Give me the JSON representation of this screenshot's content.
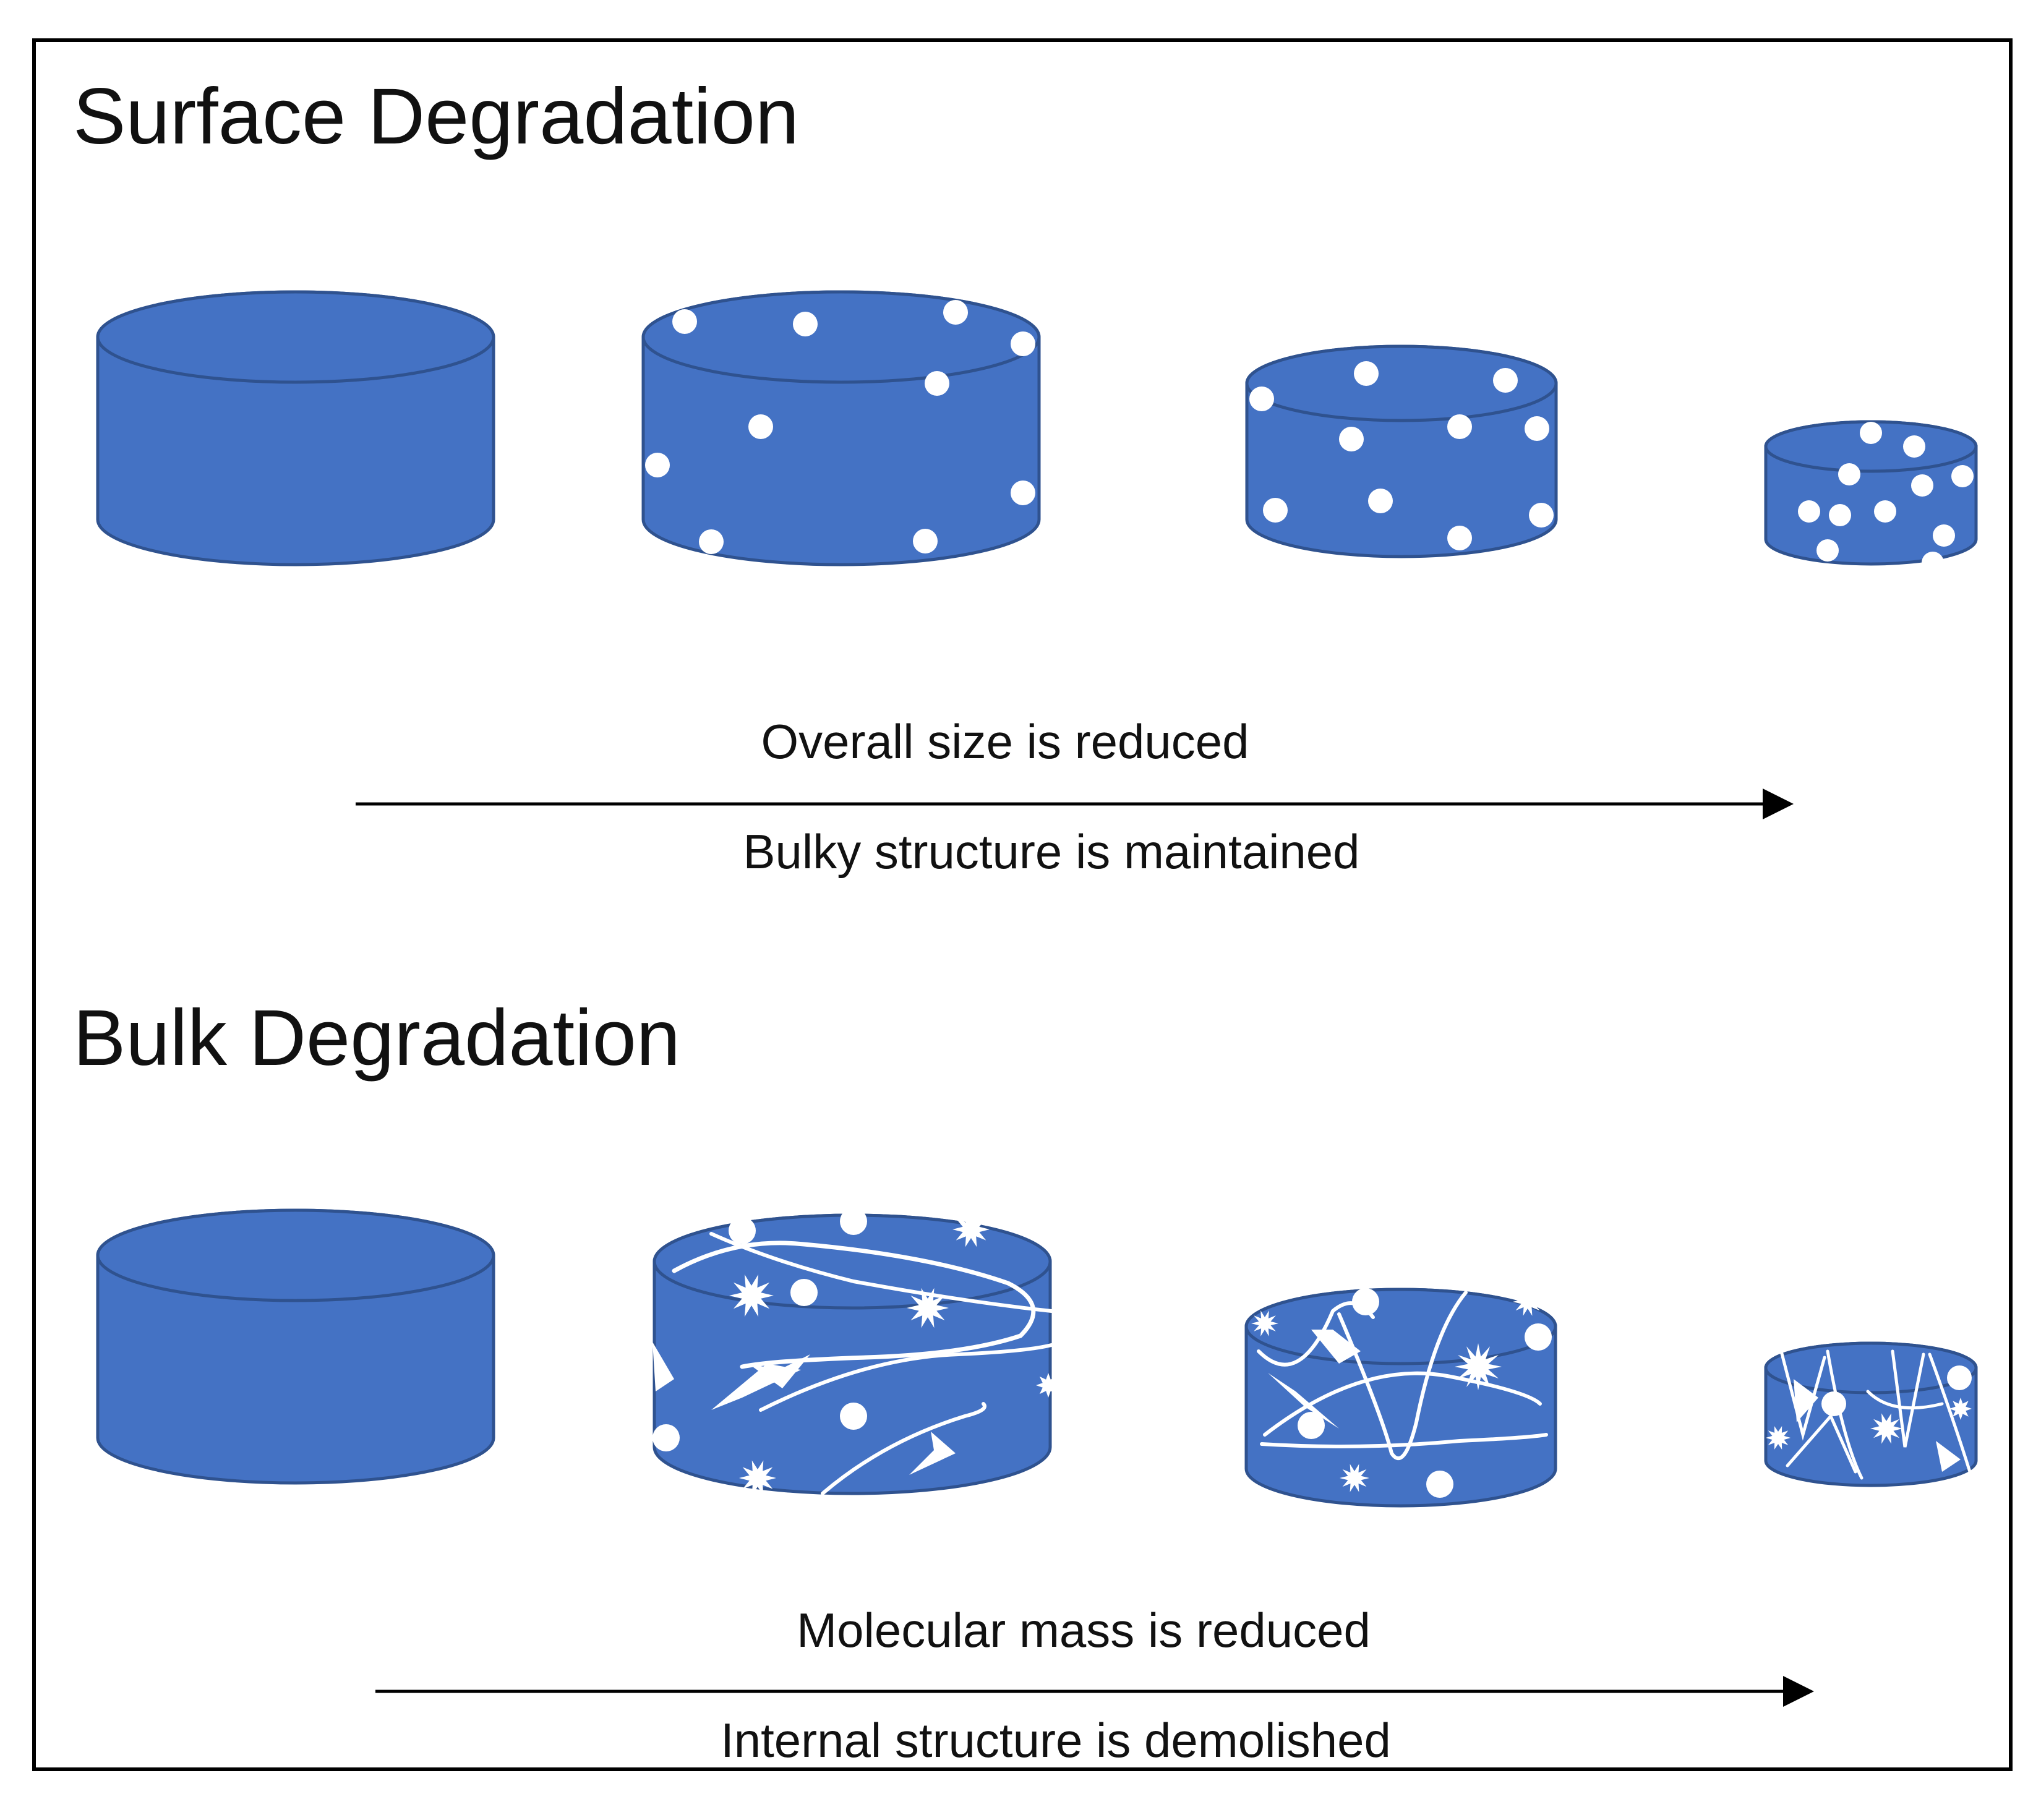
{
  "colors": {
    "cylinder_fill": "#4472C4",
    "cylinder_edge": "#2F528F",
    "pore": "#FFFFFF",
    "frame": "#000000",
    "text": "#111111"
  },
  "surface": {
    "title": "Surface Degradation",
    "caption_top": "Overall size is reduced",
    "caption_bottom": "Bulky structure is maintained",
    "stage_count": 4
  },
  "bulk": {
    "title": "Bulk Degradation",
    "caption_top": "Molecular mass is reduced",
    "caption_bottom": "Internal structure is demolished",
    "stage_count": 4
  }
}
